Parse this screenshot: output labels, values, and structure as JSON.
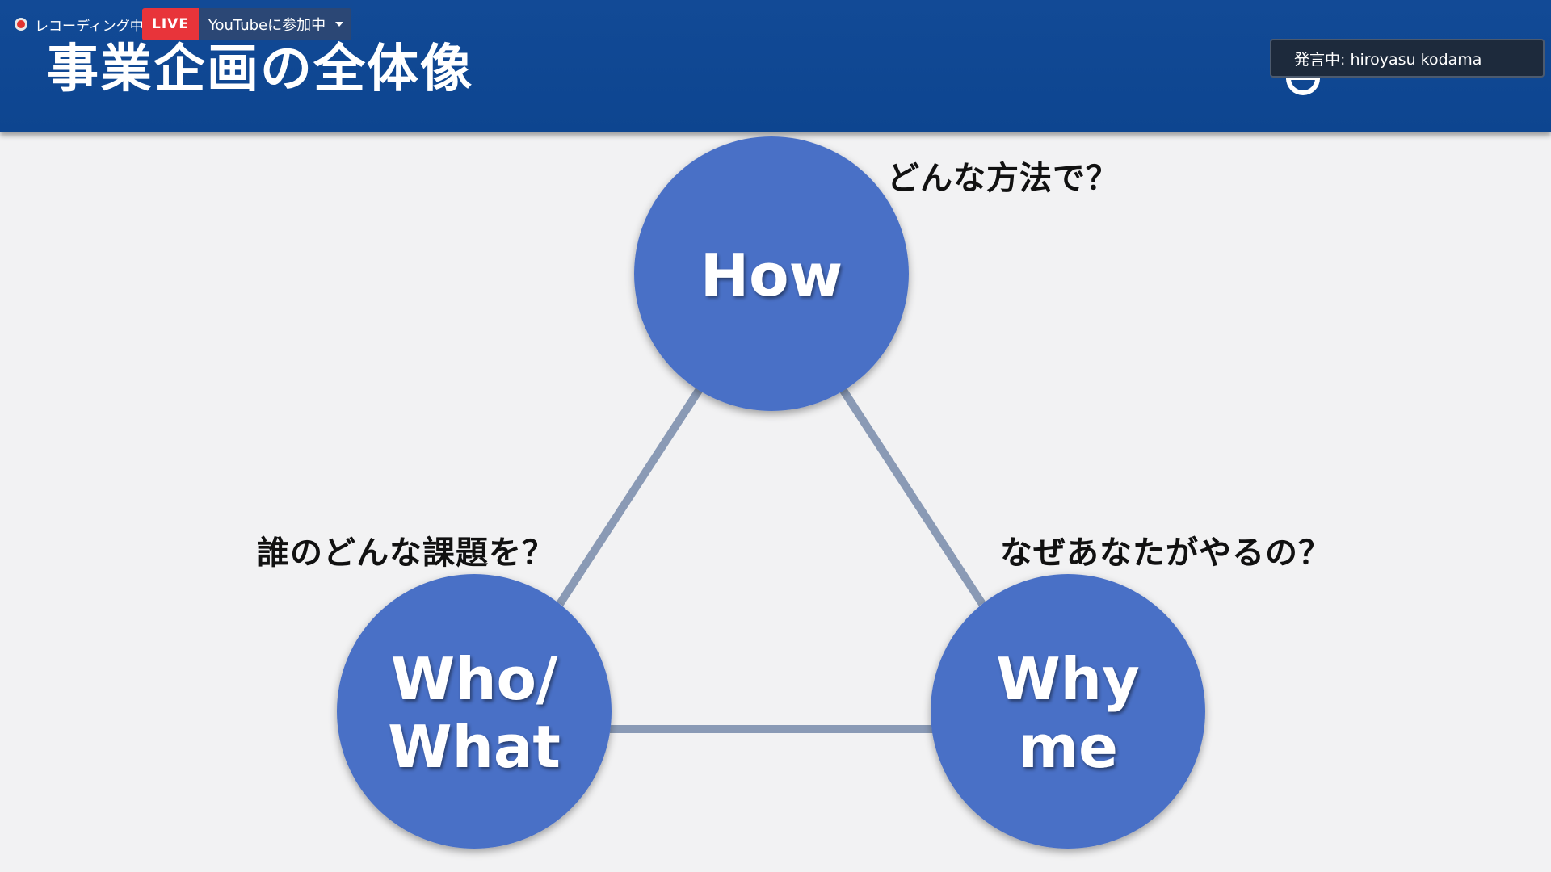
{
  "recording": {
    "label": "レコーディング中"
  },
  "live": {
    "badge": "LIVE",
    "dropdown_label": "YouTubeに参加中"
  },
  "speaker": {
    "label": "発言中: hiroyasu kodama"
  },
  "slide": {
    "title": "事業企画の全体像",
    "nodes": {
      "how": {
        "line1": "How"
      },
      "who_what": {
        "line1": "Who/",
        "line2": "What"
      },
      "why_me": {
        "line1": "Why",
        "line2": "me"
      }
    },
    "questions": {
      "how": "どんな方法で？",
      "who_what": "誰のどんな課題を？",
      "why_me": "なぜあなたがやるの？"
    },
    "colors": {
      "header": "#0d4590",
      "circle": "#4a70c6",
      "connector": "#8a9ab5",
      "background": "#f2f2f3"
    }
  }
}
